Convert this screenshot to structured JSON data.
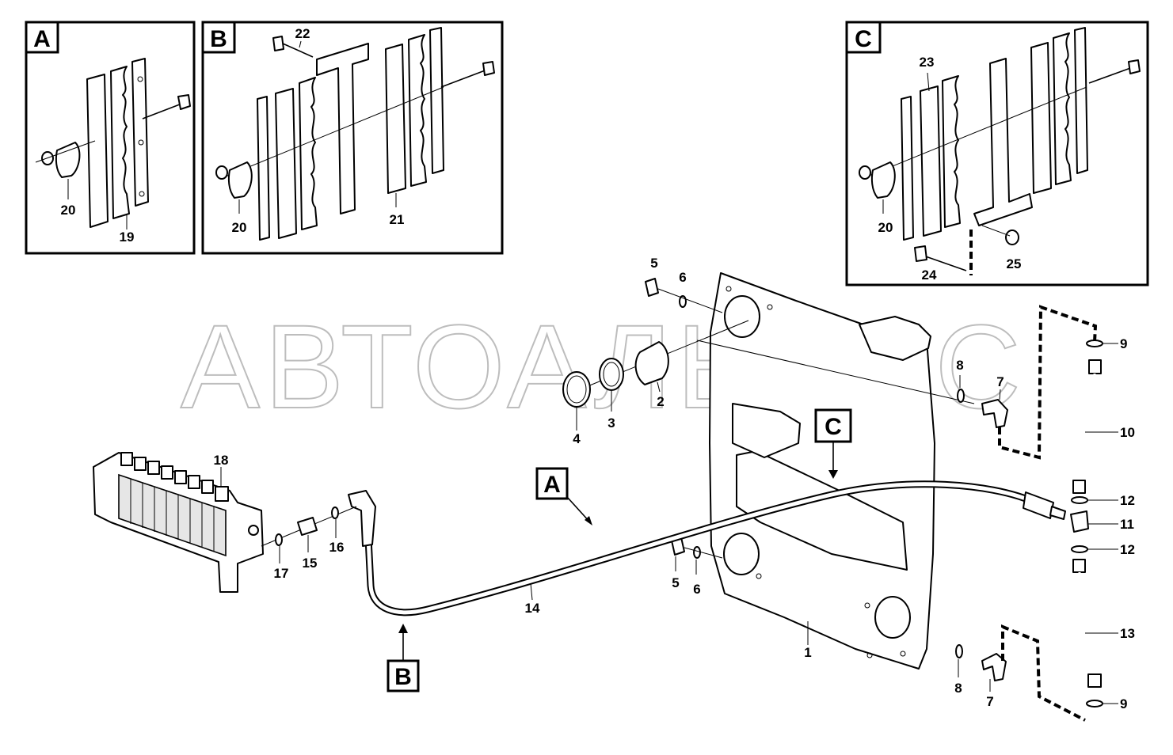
{
  "watermark": "АВТОАЛЬЯНС",
  "views": {
    "a": {
      "letter": "A",
      "labels": [
        "20",
        "19"
      ]
    },
    "b": {
      "letter": "B",
      "labels": [
        "22",
        "20",
        "21"
      ]
    },
    "c": {
      "letter": "C",
      "labels": [
        "23",
        "20",
        "24",
        "25"
      ]
    }
  },
  "callouts": {
    "a": "A",
    "b": "B",
    "c": "C"
  },
  "parts": {
    "p1": "1",
    "p2": "2",
    "p3": "3",
    "p4": "4",
    "p5a": "5",
    "p6a": "6",
    "p5b": "5",
    "p6b": "6",
    "p7a": "7",
    "p8a": "8",
    "p7b": "7",
    "p8b": "8",
    "p9a": "9",
    "p9b": "9",
    "p10": "10",
    "p11": "11",
    "p12a": "12",
    "p12b": "12",
    "p13": "13",
    "p14": "14",
    "p15": "15",
    "p16": "16",
    "p17": "17",
    "p18": "18"
  }
}
